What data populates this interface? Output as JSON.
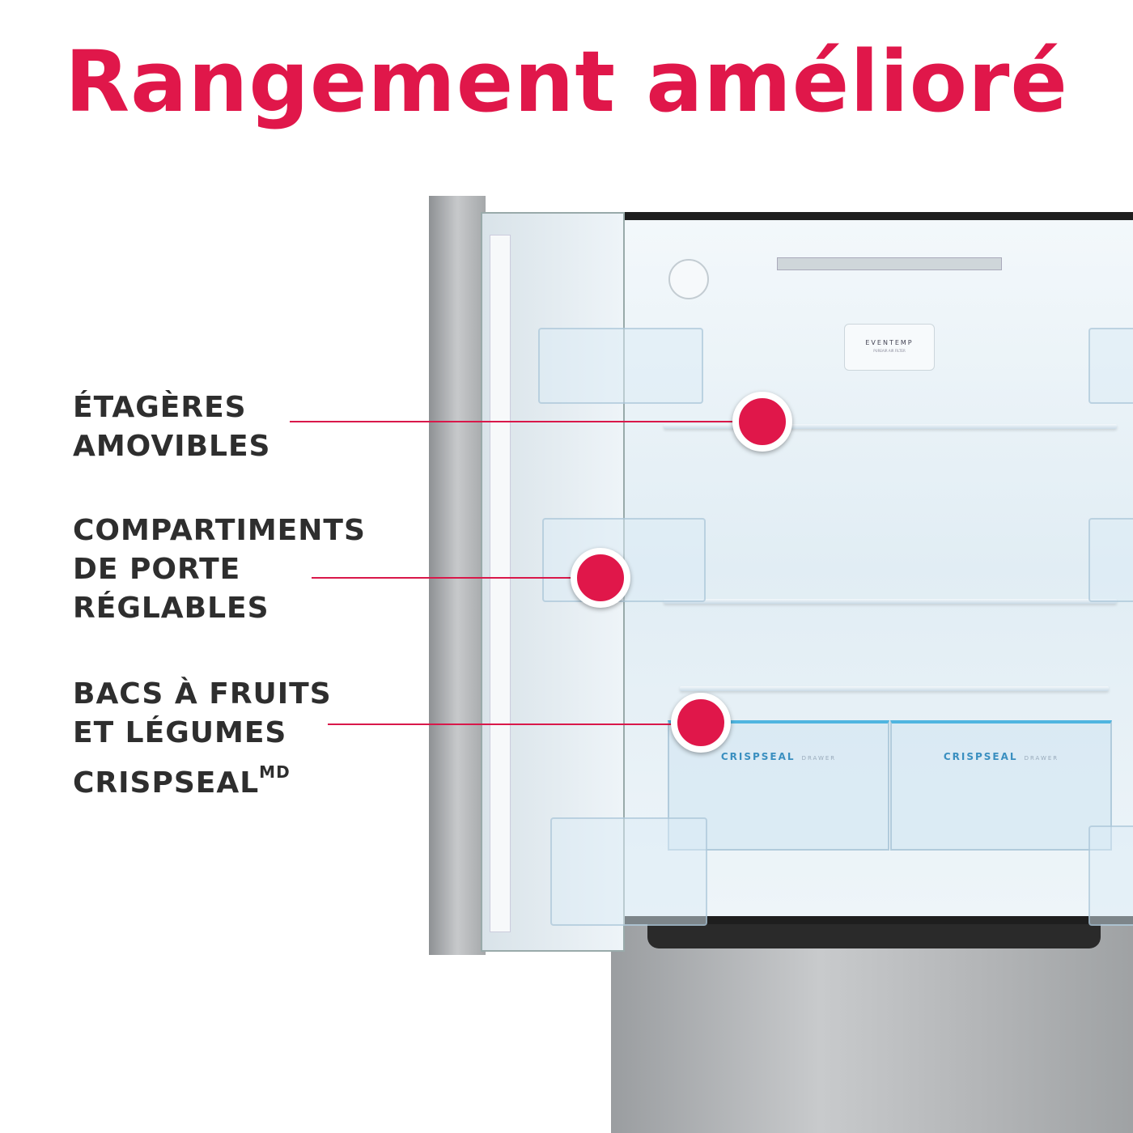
{
  "title": "Rangement amélioré",
  "callouts": [
    {
      "lines": [
        "ÉTAGÈRES",
        "AMOVIBLES"
      ]
    },
    {
      "lines": [
        "COMPARTIMENTS",
        "DE PORTE",
        "RÉGLABLES"
      ]
    },
    {
      "lines": [
        "BACS À FRUITS",
        "ET LÉGUMES",
        "CRISPSEAL"
      ],
      "superscript": "MD"
    }
  ],
  "product": {
    "filter_brand": "EVENTEMP",
    "filter_subtitle": "PUREAIR AIR FILTER",
    "drawers": [
      {
        "brand": "CRISPSEAL",
        "label": "DRAWER"
      },
      {
        "brand": "CRISPSEAL",
        "label": "DRAWER"
      }
    ]
  },
  "colors": {
    "accent": "#e0174a",
    "text": "#2e2e2e",
    "drawer_trim": "#4fb5e0"
  }
}
